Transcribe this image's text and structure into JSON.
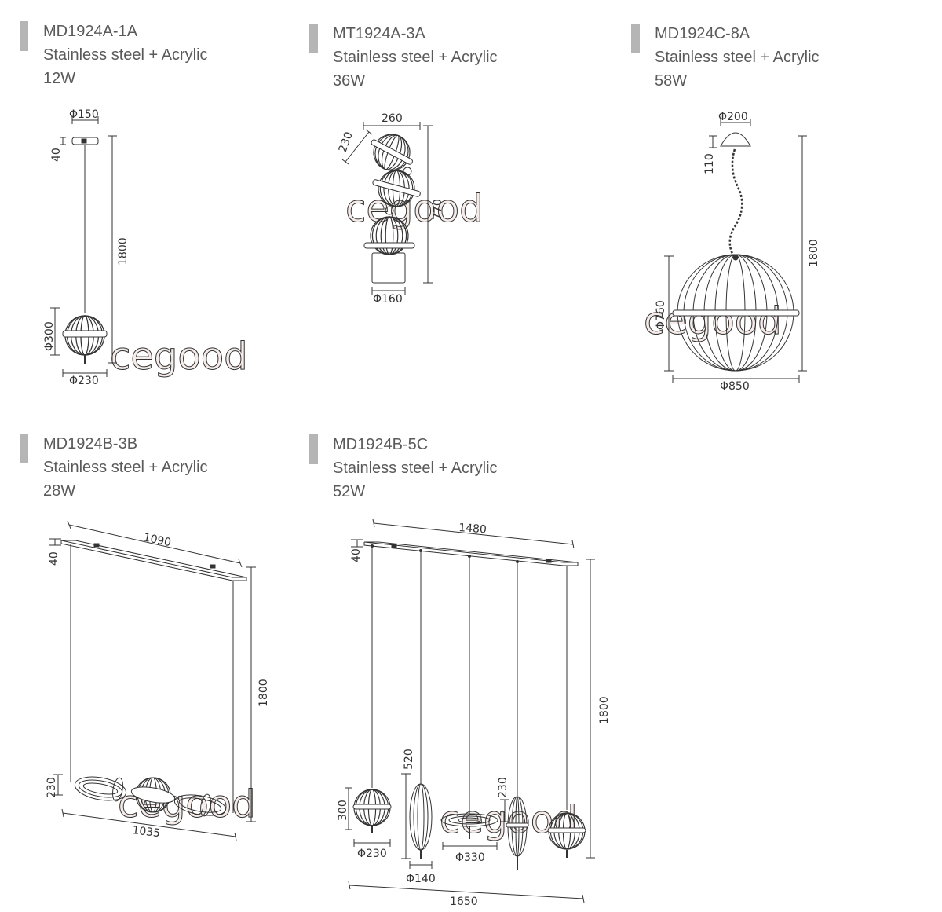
{
  "products": [
    {
      "code": "MD1924A-1A",
      "material": "Stainless steel + Acrylic",
      "power": "12W",
      "dims": [
        "Φ150",
        "40",
        "1800",
        "Φ300",
        "Φ230"
      ]
    },
    {
      "code": "MT1924A-3A",
      "material": "Stainless steel + Acrylic",
      "power": "36W",
      "dims": [
        "260",
        "230",
        "770",
        "Φ160"
      ]
    },
    {
      "code": "MD1924C-8A",
      "material": "Stainless steel + Acrylic",
      "power": "58W",
      "dims": [
        "Φ200",
        "110",
        "1800",
        "Φ760",
        "Φ850"
      ]
    },
    {
      "code": "MD1924B-3B",
      "material": "Stainless steel + Acrylic",
      "power": "28W",
      "dims": [
        "1090",
        "40",
        "1800",
        "230",
        "1035"
      ]
    },
    {
      "code": "MD1924B-5C",
      "material": "Stainless steel + Acrylic",
      "power": "52W",
      "dims": [
        "1480",
        "40",
        "1800",
        "520",
        "230",
        "300",
        "Φ230",
        "Φ140",
        "Φ330",
        "1650"
      ]
    }
  ],
  "watermark": "cegood",
  "colors": {
    "accent": "#b5b5b5",
    "line": "#333333",
    "text": "#5a5a5a",
    "watermark": "#f3e9e6"
  }
}
